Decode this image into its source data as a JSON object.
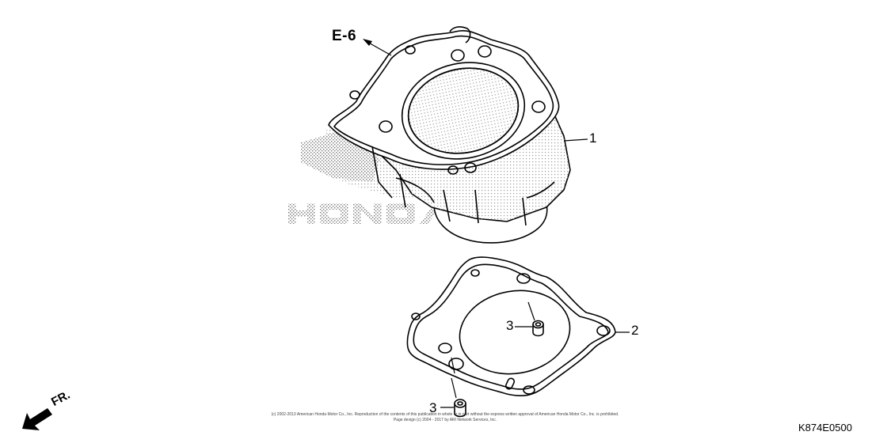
{
  "diagram": {
    "reference_label": "E-6",
    "part_code": "K874E0500",
    "watermark": "HONDA",
    "orientation_label": "FR.",
    "callouts": [
      {
        "id": "1",
        "label": "1",
        "part": "cylinder"
      },
      {
        "id": "2",
        "label": "2",
        "part": "cylinder-gasket"
      },
      {
        "id": "3a",
        "label": "3",
        "part": "dowel-pin"
      },
      {
        "id": "3b",
        "label": "3",
        "part": "dowel-pin"
      }
    ],
    "copyright_line1": "(c) 2002-2013 American Honda Motor Co., Inc. Reproduction of the contents of this publication in whole or in part without the express written approval of American Honda Motor Co., Inc. is prohibited.",
    "copyright_line2": "Page design (c) 2004 - 2017 by ARI Network Services, Inc."
  },
  "colors": {
    "line": "#000000",
    "halftone": "#9a9a9a",
    "background": "#ffffff"
  }
}
